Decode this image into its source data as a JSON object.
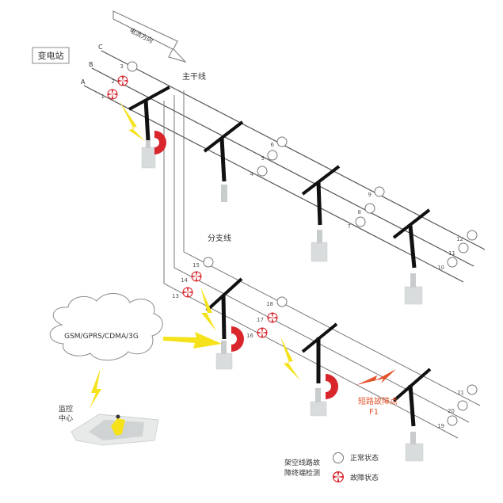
{
  "labels": {
    "substation": "变电站",
    "current_direction": "电流方向",
    "main_line": "主干线",
    "branch_line": "分支线",
    "cloud": "GSM/GPRS/CDMA/3G",
    "monitor_center_line1": "监控",
    "monitor_center_line2": "中心",
    "fault_point_line1": "短路故障点",
    "fault_point_line2": "F1",
    "phase_a": "A",
    "phase_b": "B",
    "phase_c": "C"
  },
  "legend": {
    "device_line1": "架空线路故",
    "device_line2": "障终端检测",
    "normal": "正常状态",
    "fault": "故障状态"
  },
  "indicators": [
    {
      "n": "1",
      "state": "fault"
    },
    {
      "n": "2",
      "state": "fault"
    },
    {
      "n": "3",
      "state": "normal"
    },
    {
      "n": "4",
      "state": "normal"
    },
    {
      "n": "5",
      "state": "normal"
    },
    {
      "n": "6",
      "state": "normal"
    },
    {
      "n": "7",
      "state": "normal"
    },
    {
      "n": "8",
      "state": "normal"
    },
    {
      "n": "9",
      "state": "normal"
    },
    {
      "n": "10",
      "state": "normal"
    },
    {
      "n": "11",
      "state": "normal"
    },
    {
      "n": "12",
      "state": "normal"
    },
    {
      "n": "13",
      "state": "fault"
    },
    {
      "n": "14",
      "state": "fault"
    },
    {
      "n": "15",
      "state": "normal"
    },
    {
      "n": "16",
      "state": "fault"
    },
    {
      "n": "17",
      "state": "fault"
    },
    {
      "n": "18",
      "state": "normal"
    },
    {
      "n": "19",
      "state": "normal"
    },
    {
      "n": "20",
      "state": "normal"
    },
    {
      "n": "21",
      "state": "normal"
    }
  ],
  "colors": {
    "fault_red": "#d8262c",
    "normal_fill": "#ffffff",
    "lightning_yellow": "#f5e21b",
    "fault_text": "#e2552c",
    "wire": "#555555"
  }
}
